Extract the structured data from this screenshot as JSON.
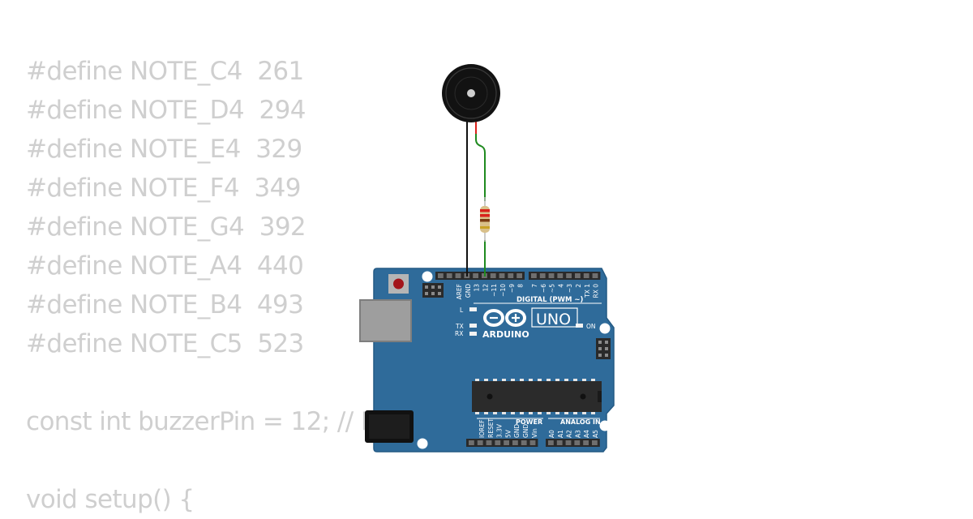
{
  "code_lines": [
    "#define NOTE_C4  261",
    "#define NOTE_D4  294",
    "#define NOTE_E4  329",
    "#define NOTE_F4  349",
    "#define NOTE_G4  392",
    "#define NOTE_A4  440",
    "#define NOTE_B4  493",
    "#define NOTE_C5  523",
    "",
    "const int buzzerPin = 12; // P",
    "",
    "void setup() {"
  ],
  "board": {
    "brand": "ARDUINO",
    "model": "UNO",
    "section_digital": "DIGITAL (PWM ~)",
    "section_power": "POWER",
    "section_analog": "ANALOG IN",
    "led_l": "L",
    "led_tx": "TX",
    "led_rx": "RX",
    "led_on": "ON",
    "header_top_left": [
      "AREF",
      "GND",
      "13",
      "12",
      "~11",
      "~10",
      "~9",
      "8"
    ],
    "header_top_right": [
      "7",
      "~6",
      "~5",
      "4",
      "~3",
      "2",
      "TX 1",
      "RX 0"
    ],
    "header_power": [
      "IOREF",
      "RESET",
      "3.3V",
      "5V",
      "GND",
      "GND",
      "Vin"
    ],
    "header_analog": [
      "A0",
      "A1",
      "A2",
      "A3",
      "A4",
      "A5"
    ]
  },
  "colors": {
    "code_text": "#cfcfcf",
    "board": "#2f6b9a",
    "board_edge": "#245a84",
    "wire_ground": "#111111",
    "wire_signal": "#1f8a1f",
    "wire_buzzer_pos": "#d9231c",
    "buzzer": "#121212"
  }
}
